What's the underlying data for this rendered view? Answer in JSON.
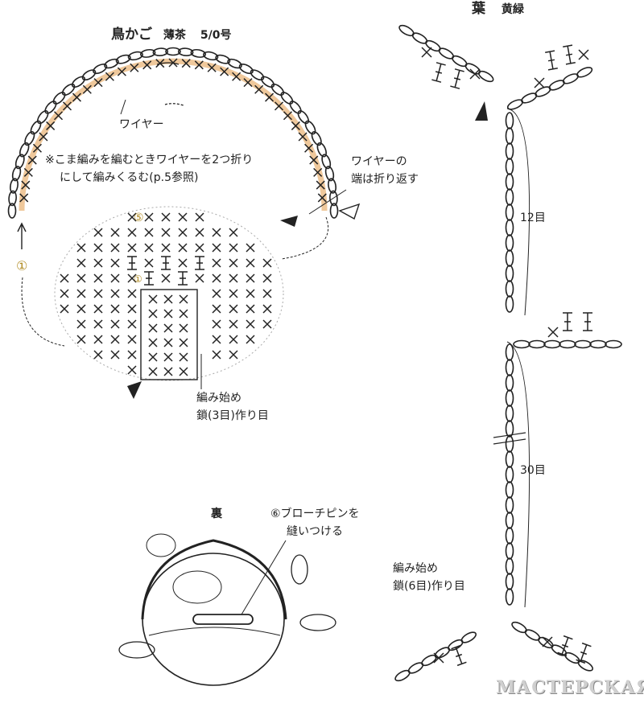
{
  "birdcage": {
    "title": "鳥かご",
    "color_name": "薄茶",
    "hook": "5/0号",
    "wire_label": "ワイヤー",
    "note_line1": "※こま編みを編むときワイヤーを2つ折り",
    "note_line2": "にして編みくるむ(p.5参照)",
    "wire_end_line1": "ワイヤーの",
    "wire_end_line2": "端は折り返す",
    "row_marker_1": "①",
    "row_marker_5": "⑤",
    "row_marker_1b": "①",
    "start_line1": "編み始め",
    "start_line2": "鎖(3目)作り目"
  },
  "back_view": {
    "label": "裏",
    "pin_line1": "⑥ブローチピンを",
    "pin_line2": "縫いつける"
  },
  "leaf": {
    "title": "葉",
    "color_name": "黄緑",
    "count_12": "12目",
    "count_30": "30目",
    "start_line1": "編み始め",
    "start_line2": "鎖(6目)作り目"
  },
  "watermark": "МАСТЕРСКАЯ",
  "colors": {
    "wire": "#e8b070",
    "ink": "#222222"
  }
}
